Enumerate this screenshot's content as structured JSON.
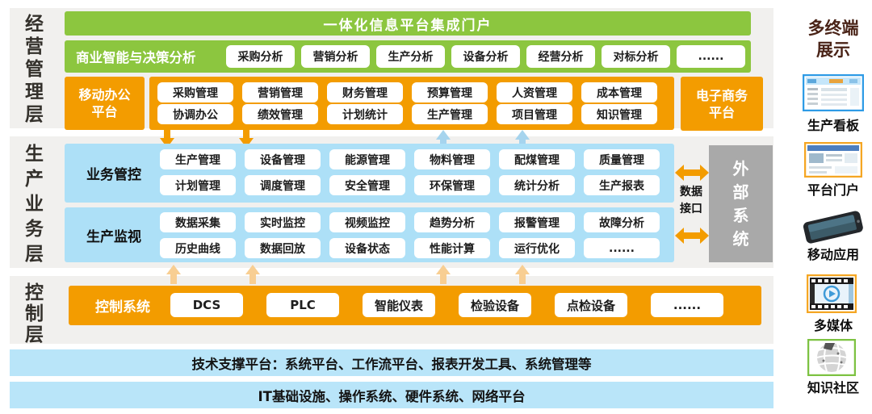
{
  "layers": {
    "management": "经营管理层",
    "production": "生产业务层",
    "control": "控制层"
  },
  "portal": {
    "title": "一体化信息平台集成门户"
  },
  "bi": {
    "label": "商业智能与决策分析",
    "items": [
      "采购分析",
      "营销分析",
      "生产分析",
      "设备分析",
      "经营分析",
      "对标分析",
      "......"
    ]
  },
  "mobile_office": {
    "label": "移动办公平台",
    "rows": [
      [
        "采购管理",
        "营销管理",
        "财务管理",
        "预算管理",
        "人资管理",
        "成本管理"
      ],
      [
        "协调办公",
        "绩效管理",
        "计划统计",
        "生产管理",
        "项目管理",
        "知识管理"
      ]
    ]
  },
  "ecommerce": {
    "label": "电子商务平台"
  },
  "business_control": {
    "label": "业务管控",
    "rows": [
      [
        "生产管理",
        "设备管理",
        "能源管理",
        "物料管理",
        "配煤管理",
        "质量管理"
      ],
      [
        "计划管理",
        "调度管理",
        "安全管理",
        "环保管理",
        "统计分析",
        "生产报表"
      ]
    ]
  },
  "production_monitor": {
    "label": "生产监视",
    "rows": [
      [
        "数据采集",
        "实时监控",
        "视频监控",
        "趋势分析",
        "报警管理",
        "故障分析"
      ],
      [
        "历史曲线",
        "数据回放",
        "设备状态",
        "性能计算",
        "运行优化",
        "......"
      ]
    ]
  },
  "data_interface": {
    "label": "数据接口"
  },
  "external_system": {
    "label": "外部系统"
  },
  "control_system": {
    "label": "控制系统",
    "items": [
      "DCS",
      "PLC",
      "智能仪表",
      "检验设备",
      "点检设备",
      "......"
    ]
  },
  "support_platform": {
    "text": "技术支撑平台：系统平台、工作流平台、报表开发工具、系统管理等"
  },
  "it_infrastructure": {
    "text": "IT基础设施、操作系统、硬件系统、网络平台"
  },
  "terminals": {
    "title": "多终端展示",
    "items": [
      "生产看板",
      "平台门户",
      "移动应用",
      "多媒体",
      "知识社区"
    ]
  },
  "colors": {
    "green": "#8CC63F",
    "orange": "#F39C00",
    "light_blue": "#ADE0F7",
    "bottom_bar_blue": "#B9E5F9",
    "band_gray": "#F1F0EE",
    "external_gray": "#A9A9A9",
    "pale_arrow": "#F8CE92",
    "blue_arrow": "#A6D4EE",
    "sidebar_title_text": "#4A2418"
  }
}
